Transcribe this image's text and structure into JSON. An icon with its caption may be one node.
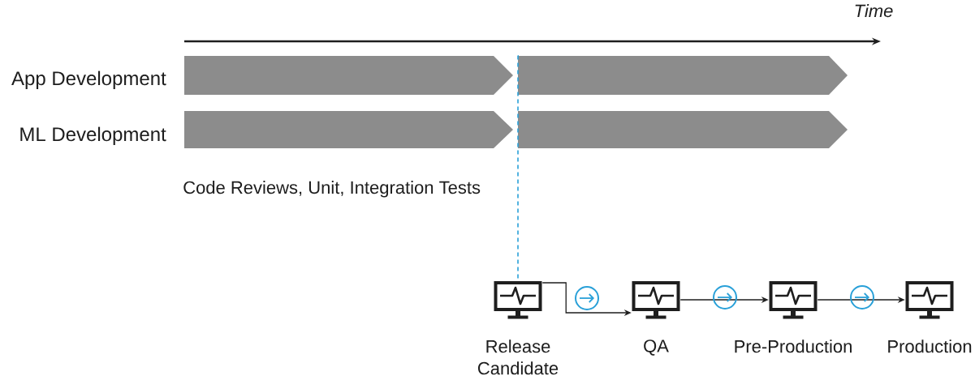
{
  "diagram": {
    "nodes": [
      {
        "text": [],
        "shape": "chevron",
        "beside": [
          "App Development"
        ]
      },
      {
        "text": [],
        "shape": "chevron"
      },
      {
        "text": [],
        "shape": "chevron",
        "beside": [
          "ML Development"
        ]
      },
      {
        "text": [],
        "shape": "chevron"
      },
      {
        "text": [
          "Release Candidate"
        ]
      },
      {
        "text": [
          "QA"
        ]
      },
      {
        "text": [
          "Pre-Production"
        ]
      },
      {
        "text": [
          "Production"
        ]
      }
    ],
    "edges": [
      {
        "from": 1,
        "to": 4,
        "arrow": "none",
        "style": "dashed",
        "color": "#29a0d8"
      },
      {
        "from": 4,
        "to": 5,
        "arrow": "to"
      },
      {
        "from": 5,
        "to": 6,
        "arrow": "to"
      },
      {
        "from": 6,
        "to": 7,
        "arrow": "to"
      }
    ],
    "labels": [
      "Time",
      "Code Reviews, Unit, Integration Tests"
    ]
  }
}
